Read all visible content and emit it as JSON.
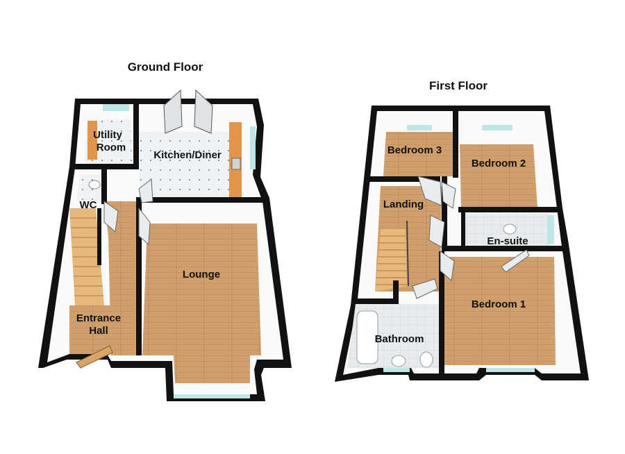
{
  "floors": [
    {
      "title": "Ground Floor",
      "rooms": [
        {
          "label": "Utility",
          "label2": "Room"
        },
        {
          "label": "Kitchen/Diner"
        },
        {
          "label": "WC"
        },
        {
          "label": "Lounge"
        },
        {
          "label": "Entrance",
          "label2": "Hall"
        }
      ]
    },
    {
      "title": "First Floor",
      "rooms": [
        {
          "label": "Bedroom 3"
        },
        {
          "label": "Bedroom 2"
        },
        {
          "label": "Landing"
        },
        {
          "label": "En-suite"
        },
        {
          "label": "Bedroom 1"
        },
        {
          "label": "Bathroom"
        }
      ]
    }
  ],
  "colors": {
    "wall": "#111111",
    "wall_inner": "#ffffff",
    "wood_floor": "#cf9f6c",
    "tile_floor": "#eef2f4",
    "window": "#bfe6e6",
    "worktop": "#e0954a"
  }
}
